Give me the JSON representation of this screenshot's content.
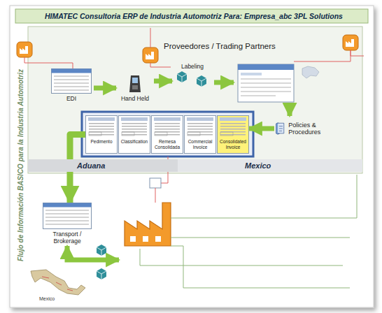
{
  "diagram": {
    "title": "HIMATEC Consultoria ERP de Industria Automotriz Para: Empresa_abc 3PL Solutions",
    "nodes": [
      {
        "text": [
          "EDI"
        ]
      },
      {
        "text": [
          "Hand Held"
        ]
      },
      {
        "text": [
          "Labeling"
        ]
      },
      {
        "text": [
          "Policies & Procedures"
        ]
      },
      {
        "text": [
          "Aduana"
        ]
      },
      {
        "text": [
          "Mexico"
        ]
      },
      {
        "text": [
          "Pedimento"
        ]
      },
      {
        "text": [
          "Classification"
        ]
      },
      {
        "text": [
          "Remesa Consolidada"
        ]
      },
      {
        "text": [
          "Commercial Invoice"
        ]
      },
      {
        "text": [
          "Consolidated Invoice"
        ]
      },
      {
        "text": [
          "Transport / Brokerage"
        ]
      }
    ],
    "edges": [
      {
        "from": 0,
        "to": 1,
        "arrow": "to"
      },
      {
        "from": 1,
        "to": 2,
        "arrow": "to"
      },
      {
        "from": 3,
        "to": 10,
        "arrow": "to"
      },
      {
        "from": 6,
        "to": 11,
        "arrow": "to"
      }
    ],
    "labels": [
      "Proveedores / Trading Partners",
      "Flujo de Información BASICO para la Industria Automotriz",
      "Mexico"
    ]
  }
}
